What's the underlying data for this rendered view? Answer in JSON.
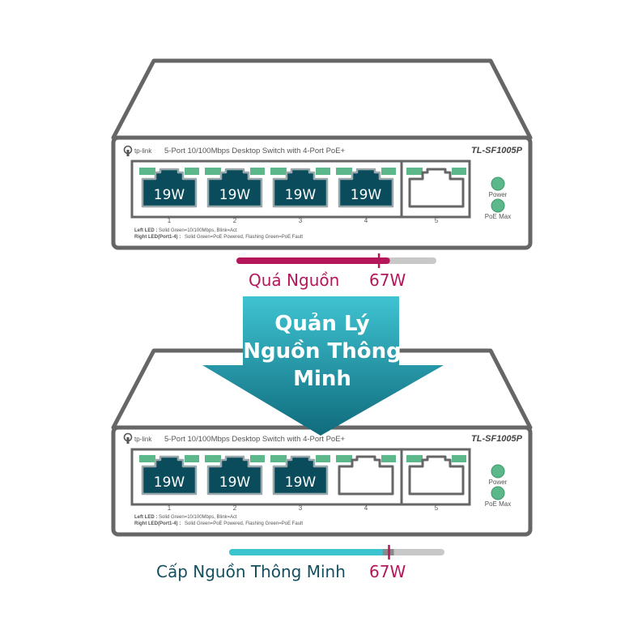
{
  "colors": {
    "outline": "#666666",
    "led_green": "#5cb88a",
    "port_fill": "#0b4c5c",
    "overload": "#b5175b",
    "smart": "#3cc3d0",
    "smart_text": "#144f5e",
    "track": "#c8c8c8",
    "marker_gray": "#8a8a8a",
    "arrow_top": "#3fc3d2",
    "arrow_bottom": "#0f6b7c"
  },
  "icons": {
    "brand": "tp-link-logo-icon",
    "port": "ethernet-port-icon",
    "led": "status-led-icon",
    "arrow": "down-arrow-icon"
  },
  "switch_top": {
    "brand": "tp-link",
    "description": "5-Port 10/100Mbps Desktop Switch with 4-Port PoE+",
    "model": "TL-SF1005P",
    "ports": [
      {
        "number": "1",
        "power": "19W"
      },
      {
        "number": "2",
        "power": "19W"
      },
      {
        "number": "3",
        "power": "19W"
      },
      {
        "number": "4",
        "power": "19W"
      },
      {
        "number": "5",
        "power": ""
      }
    ],
    "power_label": "Power",
    "poe_max_label": "PoE Max",
    "left_led_label": "Left LED :",
    "left_led_text": "Solid Green=10/100Mbps, Blink=Act",
    "right_led_label": "Right LED(Port1-4) :",
    "right_led_text": "Solid Green=PoE Powered, Flashing Green=PoE Fault"
  },
  "bar_top": {
    "label": "Quá Nguồn",
    "limit": "67W",
    "fill_fraction": 0.76,
    "marker_fraction": 0.72
  },
  "arrow": {
    "line1": "Quản Lý",
    "line2": "Nguồn Thông",
    "line3": "Minh"
  },
  "switch_bottom": {
    "brand": "tp-link",
    "description": "5-Port 10/100Mbps Desktop Switch with 4-Port PoE+",
    "model": "TL-SF1005P",
    "ports": [
      {
        "number": "1",
        "power": "19W"
      },
      {
        "number": "2",
        "power": "19W"
      },
      {
        "number": "3",
        "power": "19W"
      },
      {
        "number": "4",
        "power": ""
      },
      {
        "number": "5",
        "power": ""
      }
    ],
    "power_label": "Power",
    "poe_max_label": "PoE Max",
    "left_led_label": "Left LED :",
    "left_led_text": "Solid Green=10/100Mbps, Blink=Act",
    "right_led_label": "Right LED(Port1-4) :",
    "right_led_text": "Solid Green=PoE Powered, Flashing Green=PoE Fault"
  },
  "bar_bottom": {
    "label": "Cấp Nguồn Thông Minh",
    "limit": "67W",
    "fill_fraction": 0.72,
    "marker_fraction": 0.75
  }
}
